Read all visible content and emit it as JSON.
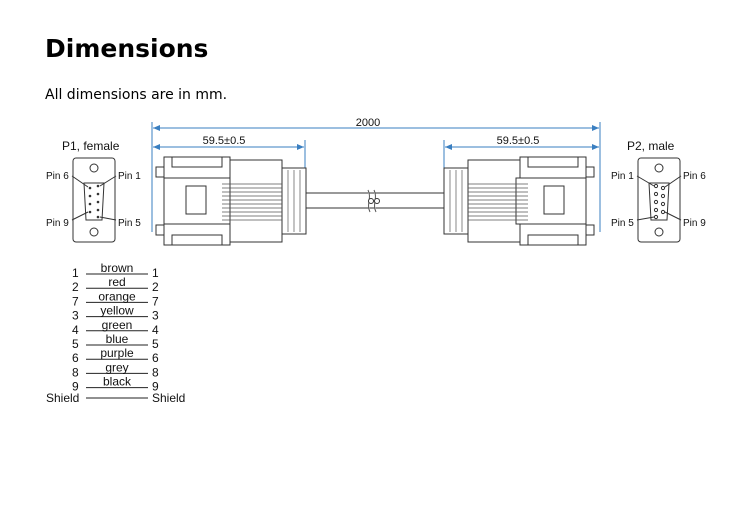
{
  "header": {
    "title": "Dimensions",
    "subtitle": "All dimensions are in mm."
  },
  "dimensions": {
    "overall_length": "2000",
    "left_connector_length": "59.5±0.5",
    "right_connector_length": "59.5±0.5",
    "dim_line_color": "#3a7fc1"
  },
  "connectors": {
    "p1": {
      "label": "P1, female",
      "pin_top_left": "Pin 6",
      "pin_top_right": "Pin 1",
      "pin_bottom_left": "Pin 9",
      "pin_bottom_right": "Pin 5"
    },
    "p2": {
      "label": "P2, male",
      "pin_top_left": "Pin 1",
      "pin_top_right": "Pin 6",
      "pin_bottom_left": "Pin 5",
      "pin_bottom_right": "Pin 9"
    }
  },
  "wiring": [
    {
      "left": "1",
      "color": "brown",
      "right": "1"
    },
    {
      "left": "2",
      "color": "red",
      "right": "2"
    },
    {
      "left": "7",
      "color": "orange",
      "right": "7"
    },
    {
      "left": "3",
      "color": "yellow",
      "right": "3"
    },
    {
      "left": "4",
      "color": "green",
      "right": "4"
    },
    {
      "left": "5",
      "color": "blue",
      "right": "5"
    },
    {
      "left": "6",
      "color": "purple",
      "right": "6"
    },
    {
      "left": "8",
      "color": "grey",
      "right": "8"
    },
    {
      "left": "9",
      "color": "black",
      "right": "9"
    }
  ],
  "shield": {
    "left": "Shield",
    "right": "Shield"
  }
}
